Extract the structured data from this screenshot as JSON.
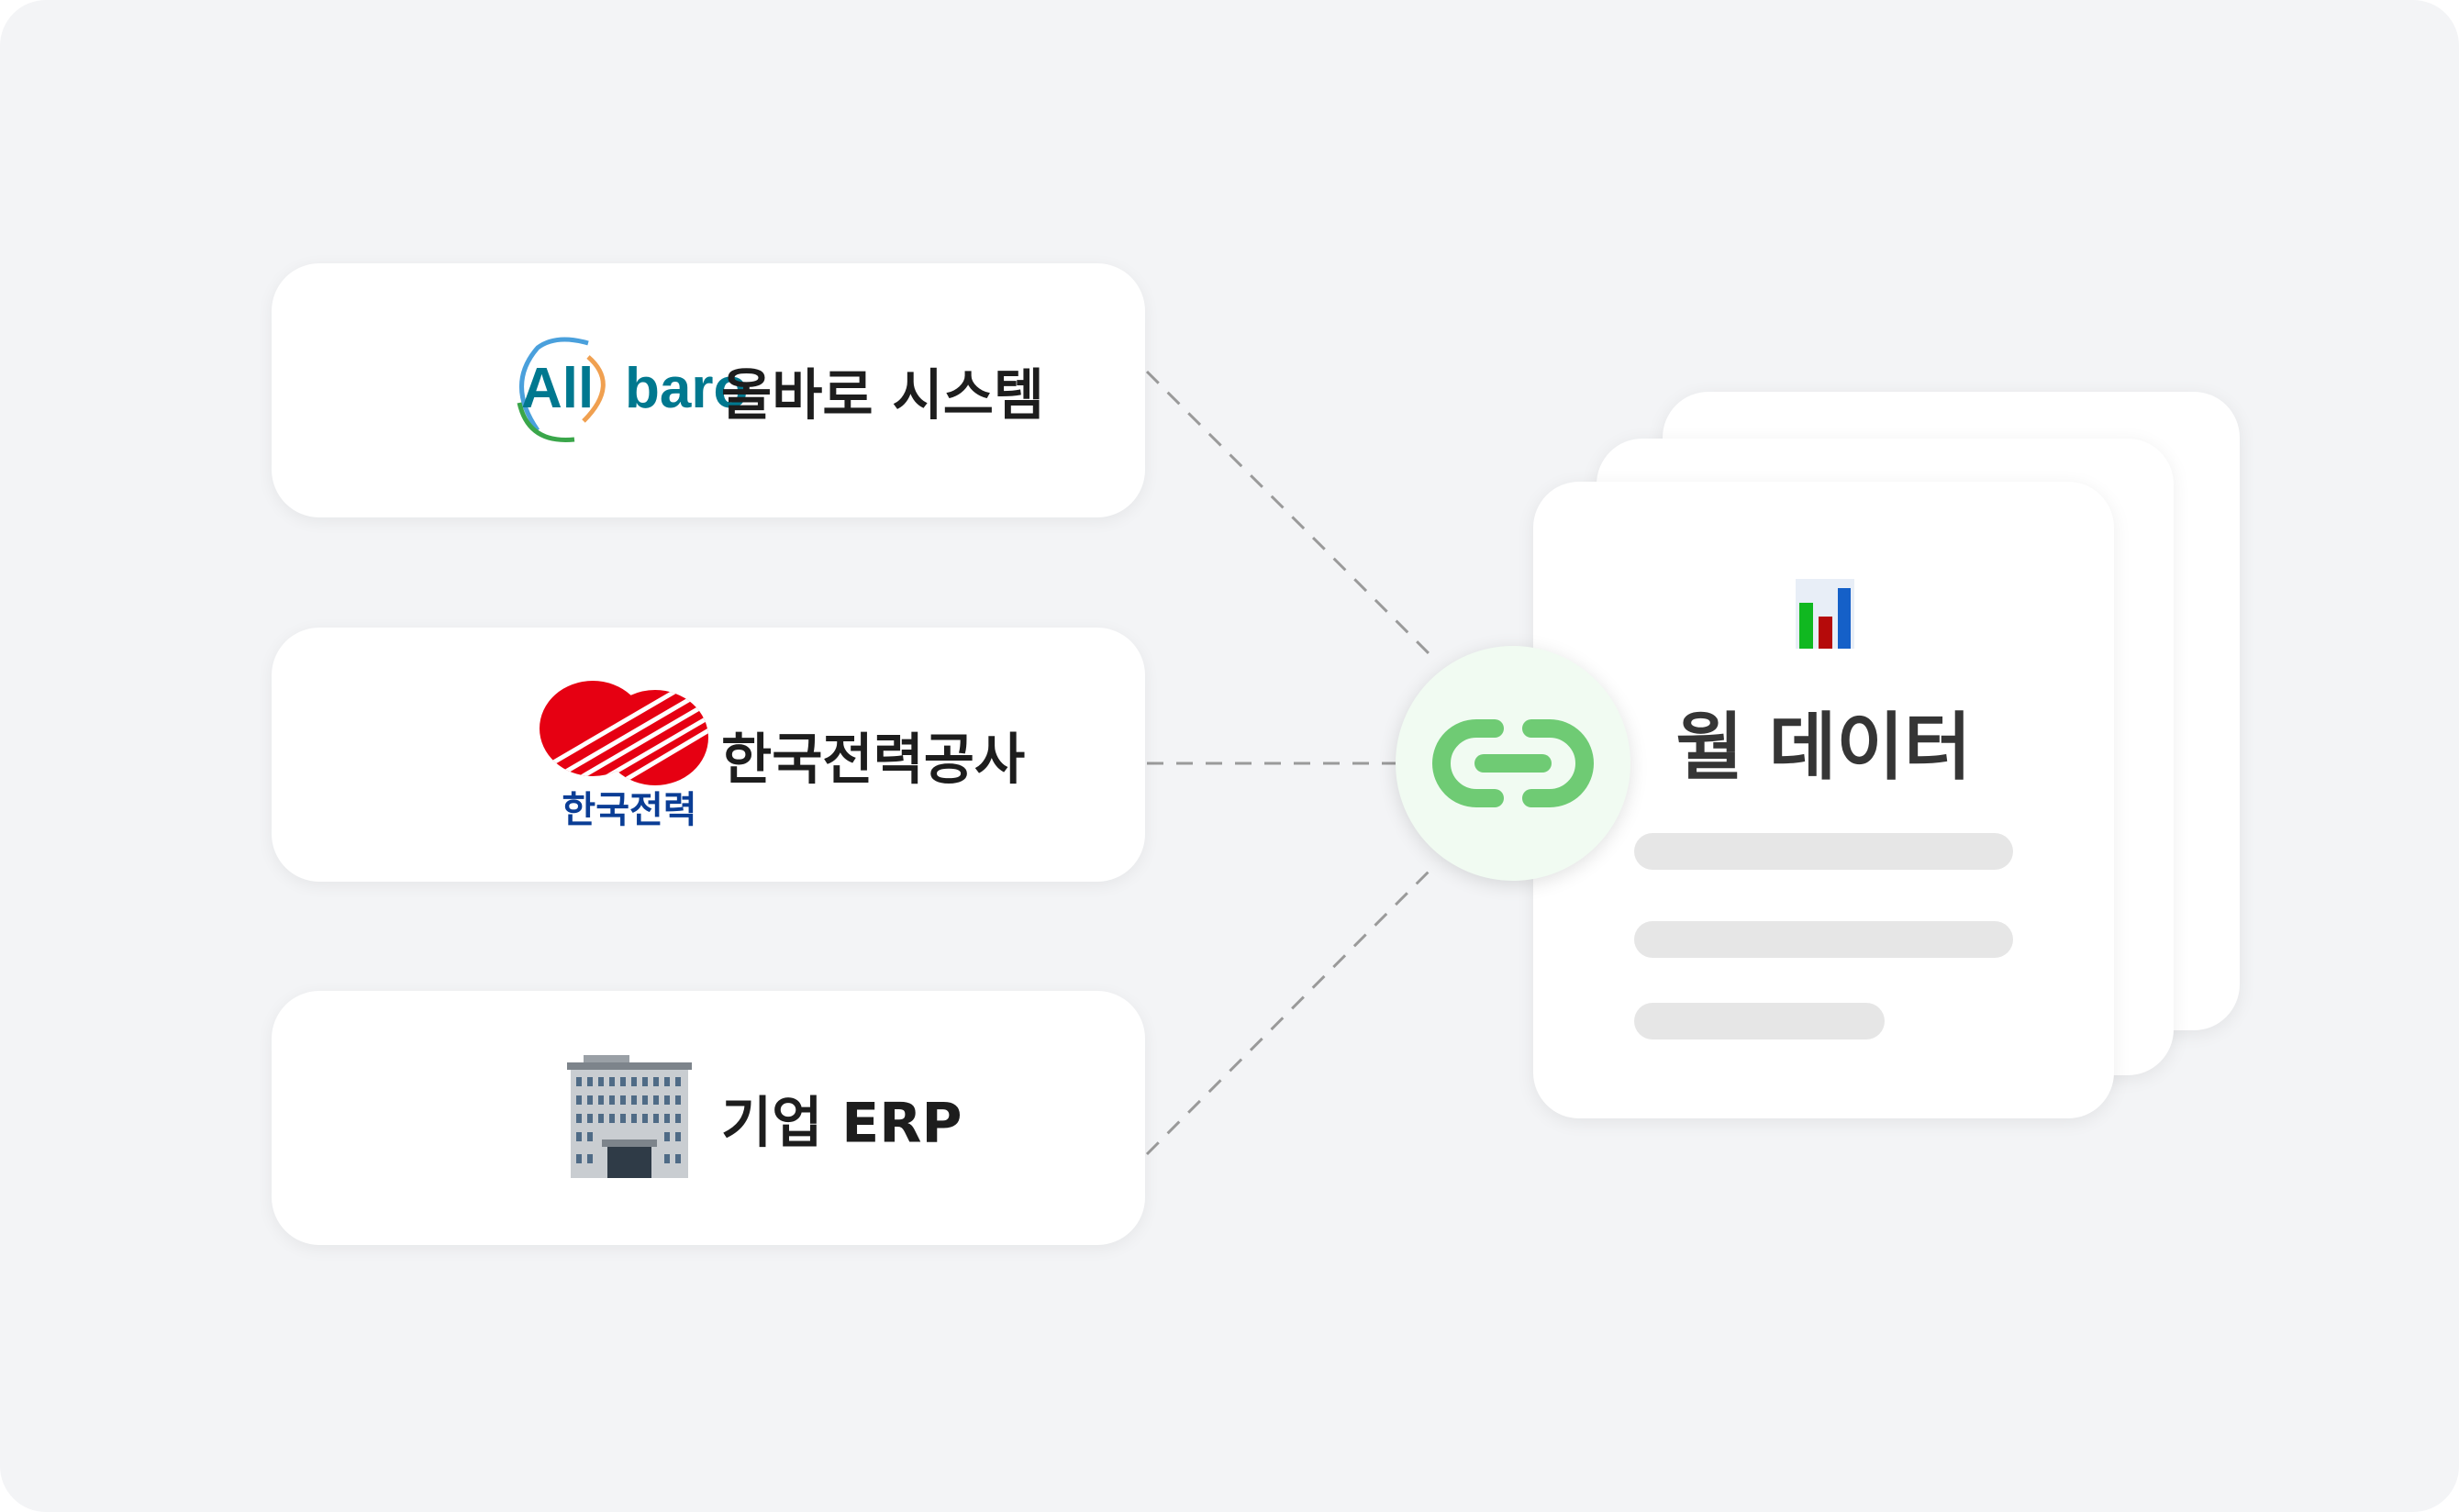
{
  "sources": [
    {
      "name": "올바로 시스템",
      "logo": "allbaro-logo",
      "logo_text": "Allbaro"
    },
    {
      "name": "한국전력공사",
      "logo": "kepco-logo",
      "logo_text": "한국전력"
    },
    {
      "name": "기업 ERP",
      "logo": "office-building-icon"
    }
  ],
  "connector": {
    "icon": "link-icon",
    "color": "#6fcb74"
  },
  "target": {
    "title": "월 데이터",
    "icon": "bar-chart-icon"
  }
}
